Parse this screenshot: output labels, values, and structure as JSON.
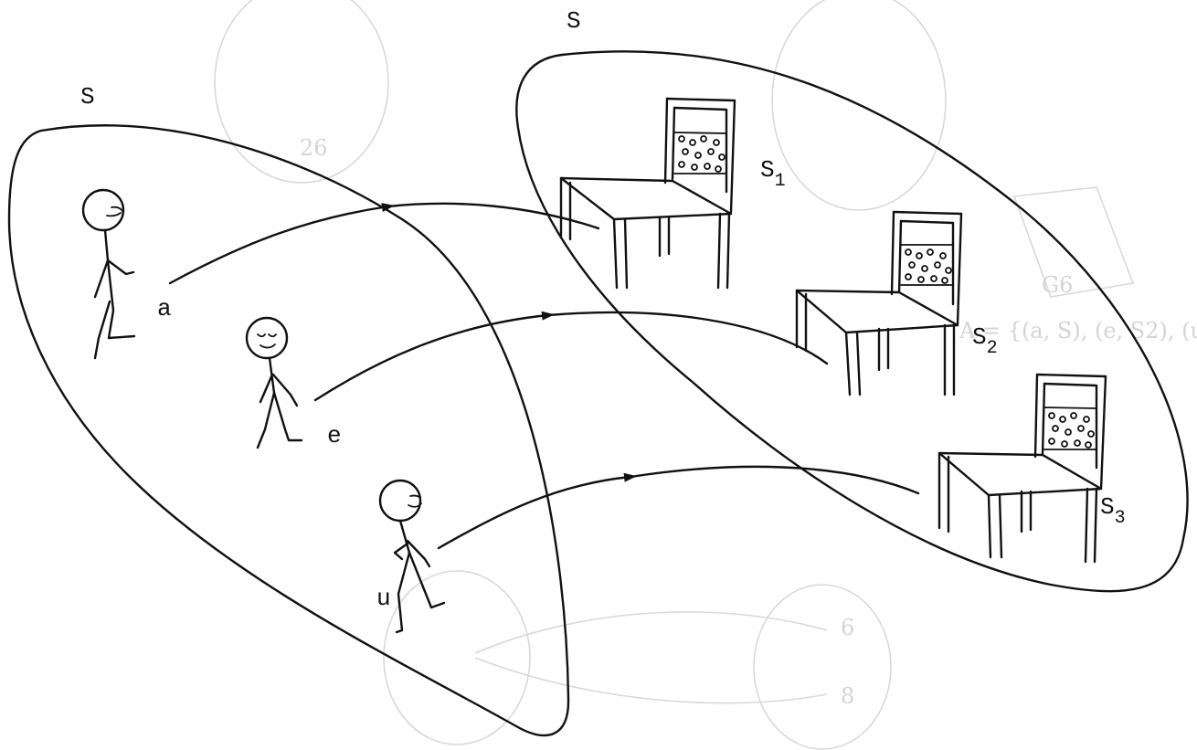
{
  "sets": {
    "left_label": "S",
    "right_label": "S"
  },
  "elements": {
    "a": "a",
    "e": "e",
    "u": "u"
  },
  "images": {
    "s1": {
      "base": "S",
      "sub": "1"
    },
    "s2": {
      "base": "S",
      "sub": "2"
    },
    "s3": {
      "base": "S",
      "sub": "3"
    }
  }
}
